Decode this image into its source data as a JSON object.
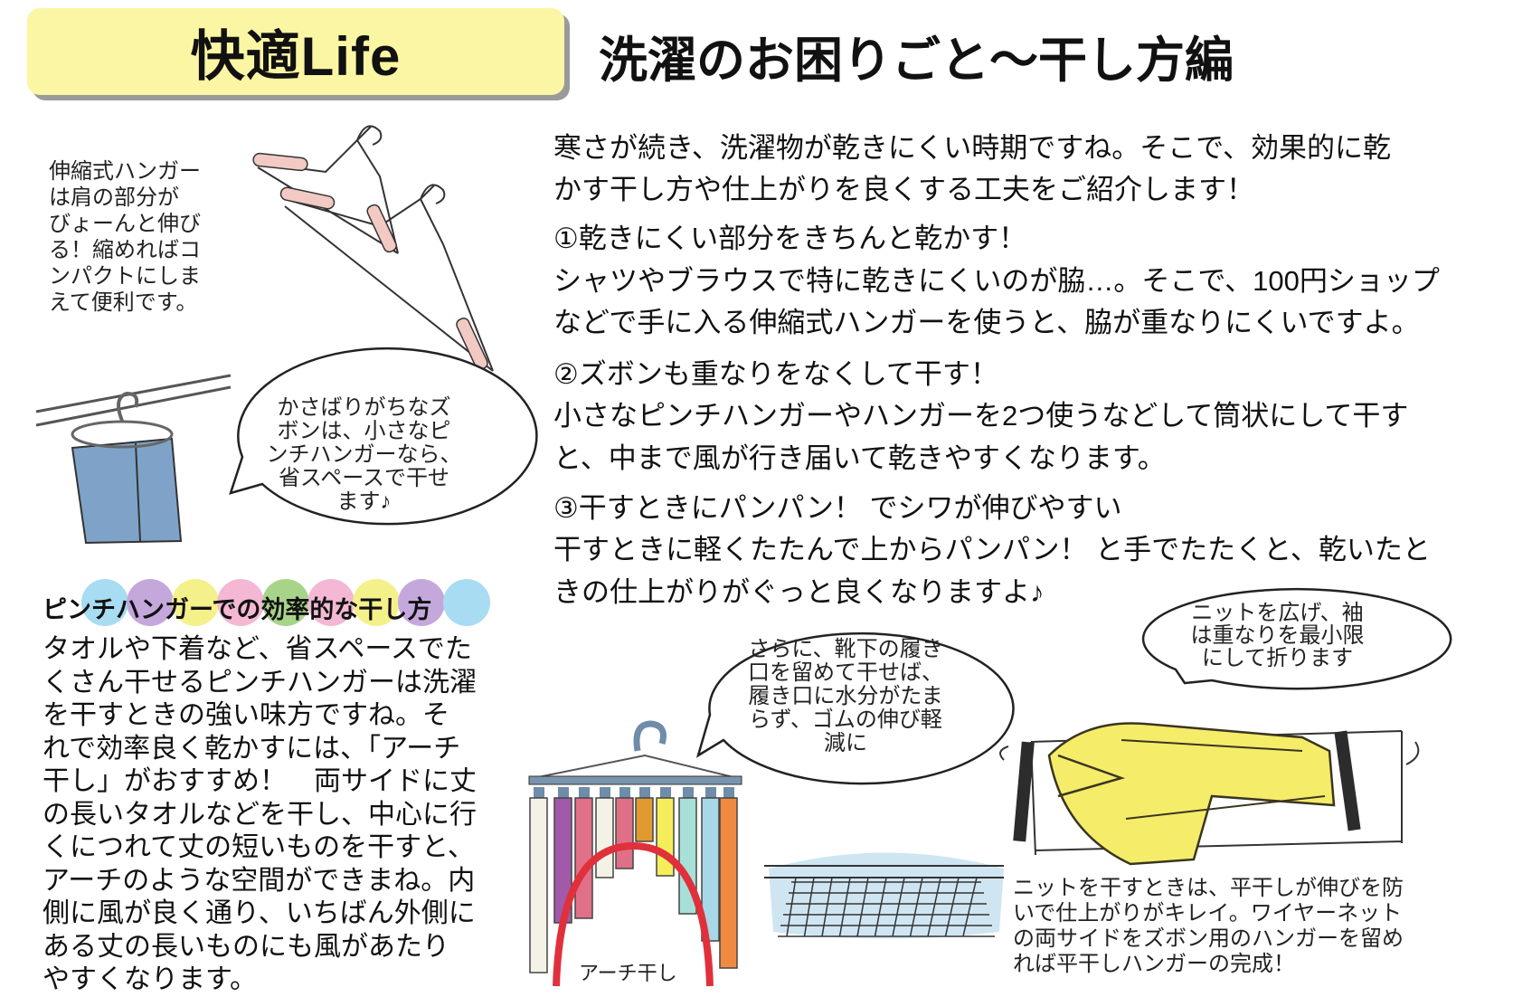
{
  "header": {
    "badge": "快適Life",
    "title": "洗濯のお困りごと〜干し方編"
  },
  "hanger_caption": "伸縮式ハンガー\nは肩の部分が\nびょーんと伸び\nる！縮めればコ\nンパクトにしま\nえて便利です。",
  "jeans_bubble": "かさばりがちなズ\nボンは、小さなピ\nンチハンガーなら、\n省スペースで干せ\nます♪",
  "main": {
    "lines": [
      "寒さが続き、洗濯物が乾きにくい時期ですね。そこで、効果的に乾",
      "かす干し方や仕上がりを良くする工夫をご紹介します！",
      "①乾きにくい部分をきちんと乾かす！",
      "シャツやブラウスで特に乾きにくいのが脇…。そこで、100円ショップ",
      "などで手に入る伸縮式ハンガーを使うと、脇が重なりにくいですよ。",
      "②ズボンも重なりをなくして干す！",
      "小さなピンチハンガーやハンガーを2つ使うなどして筒状にして干す",
      "と、中まで風が行き届いて乾きやすくなります。",
      "③干すときにパンパン！ でシワが伸びやすい",
      "干すときに軽くたたんで上からパンパン！ と手でたたくと、乾いたと",
      "きの仕上がりがぐっと良くなりますよ♪"
    ]
  },
  "side": {
    "heading": "ピンチハンガーでの効率的な干し方",
    "heading_dot_colors": [
      "#a8dcf2",
      "#c4a8dc",
      "#f4f08a",
      "#f4b8d4",
      "#a8d48a",
      "#f4b8d4",
      "#f4f08a",
      "#c4a8dc",
      "#a8dcf2"
    ],
    "body": "タオルや下着など、省スペースでた\nくさん干せるピンチハンガーは洗濯\nを干すときの強い味方ですね。そ\nれで効率良く乾かすには、「アーチ\n干し」がおすすめ！　両サイドに丈\nの長いタオルなどを干し、中心に行\nくにつれて丈の短いものを干すと、\nアーチのような空間ができまね。内\n側に風が良く通り、いちばん外側に\nある丈の長いものにも風があたり\nやすくなります。"
  },
  "sock_bubble": "さらに、靴下の履き\n口を留めて干せば、\n履き口に水分がたま\nらず、ゴムの伸び軽\n減に",
  "arch_label": "アーチ干し",
  "knit_bubble": "ニットを広げ、袖\nは重なりを最小限\nにして折ります",
  "knit_caption": "ニットを干すときは、平干しが伸びを防\nいで仕上がりがキレイ。ワイヤーネット\nの両サイドをズボン用のハンガーを留め\nれば平干しハンガーの完成！",
  "colors": {
    "header_yellow": "#fbf6a3",
    "arch_red": "#e0303c",
    "sweater_yellow": "#f5ec6a",
    "jeans_blue": "#7fa3c8"
  }
}
